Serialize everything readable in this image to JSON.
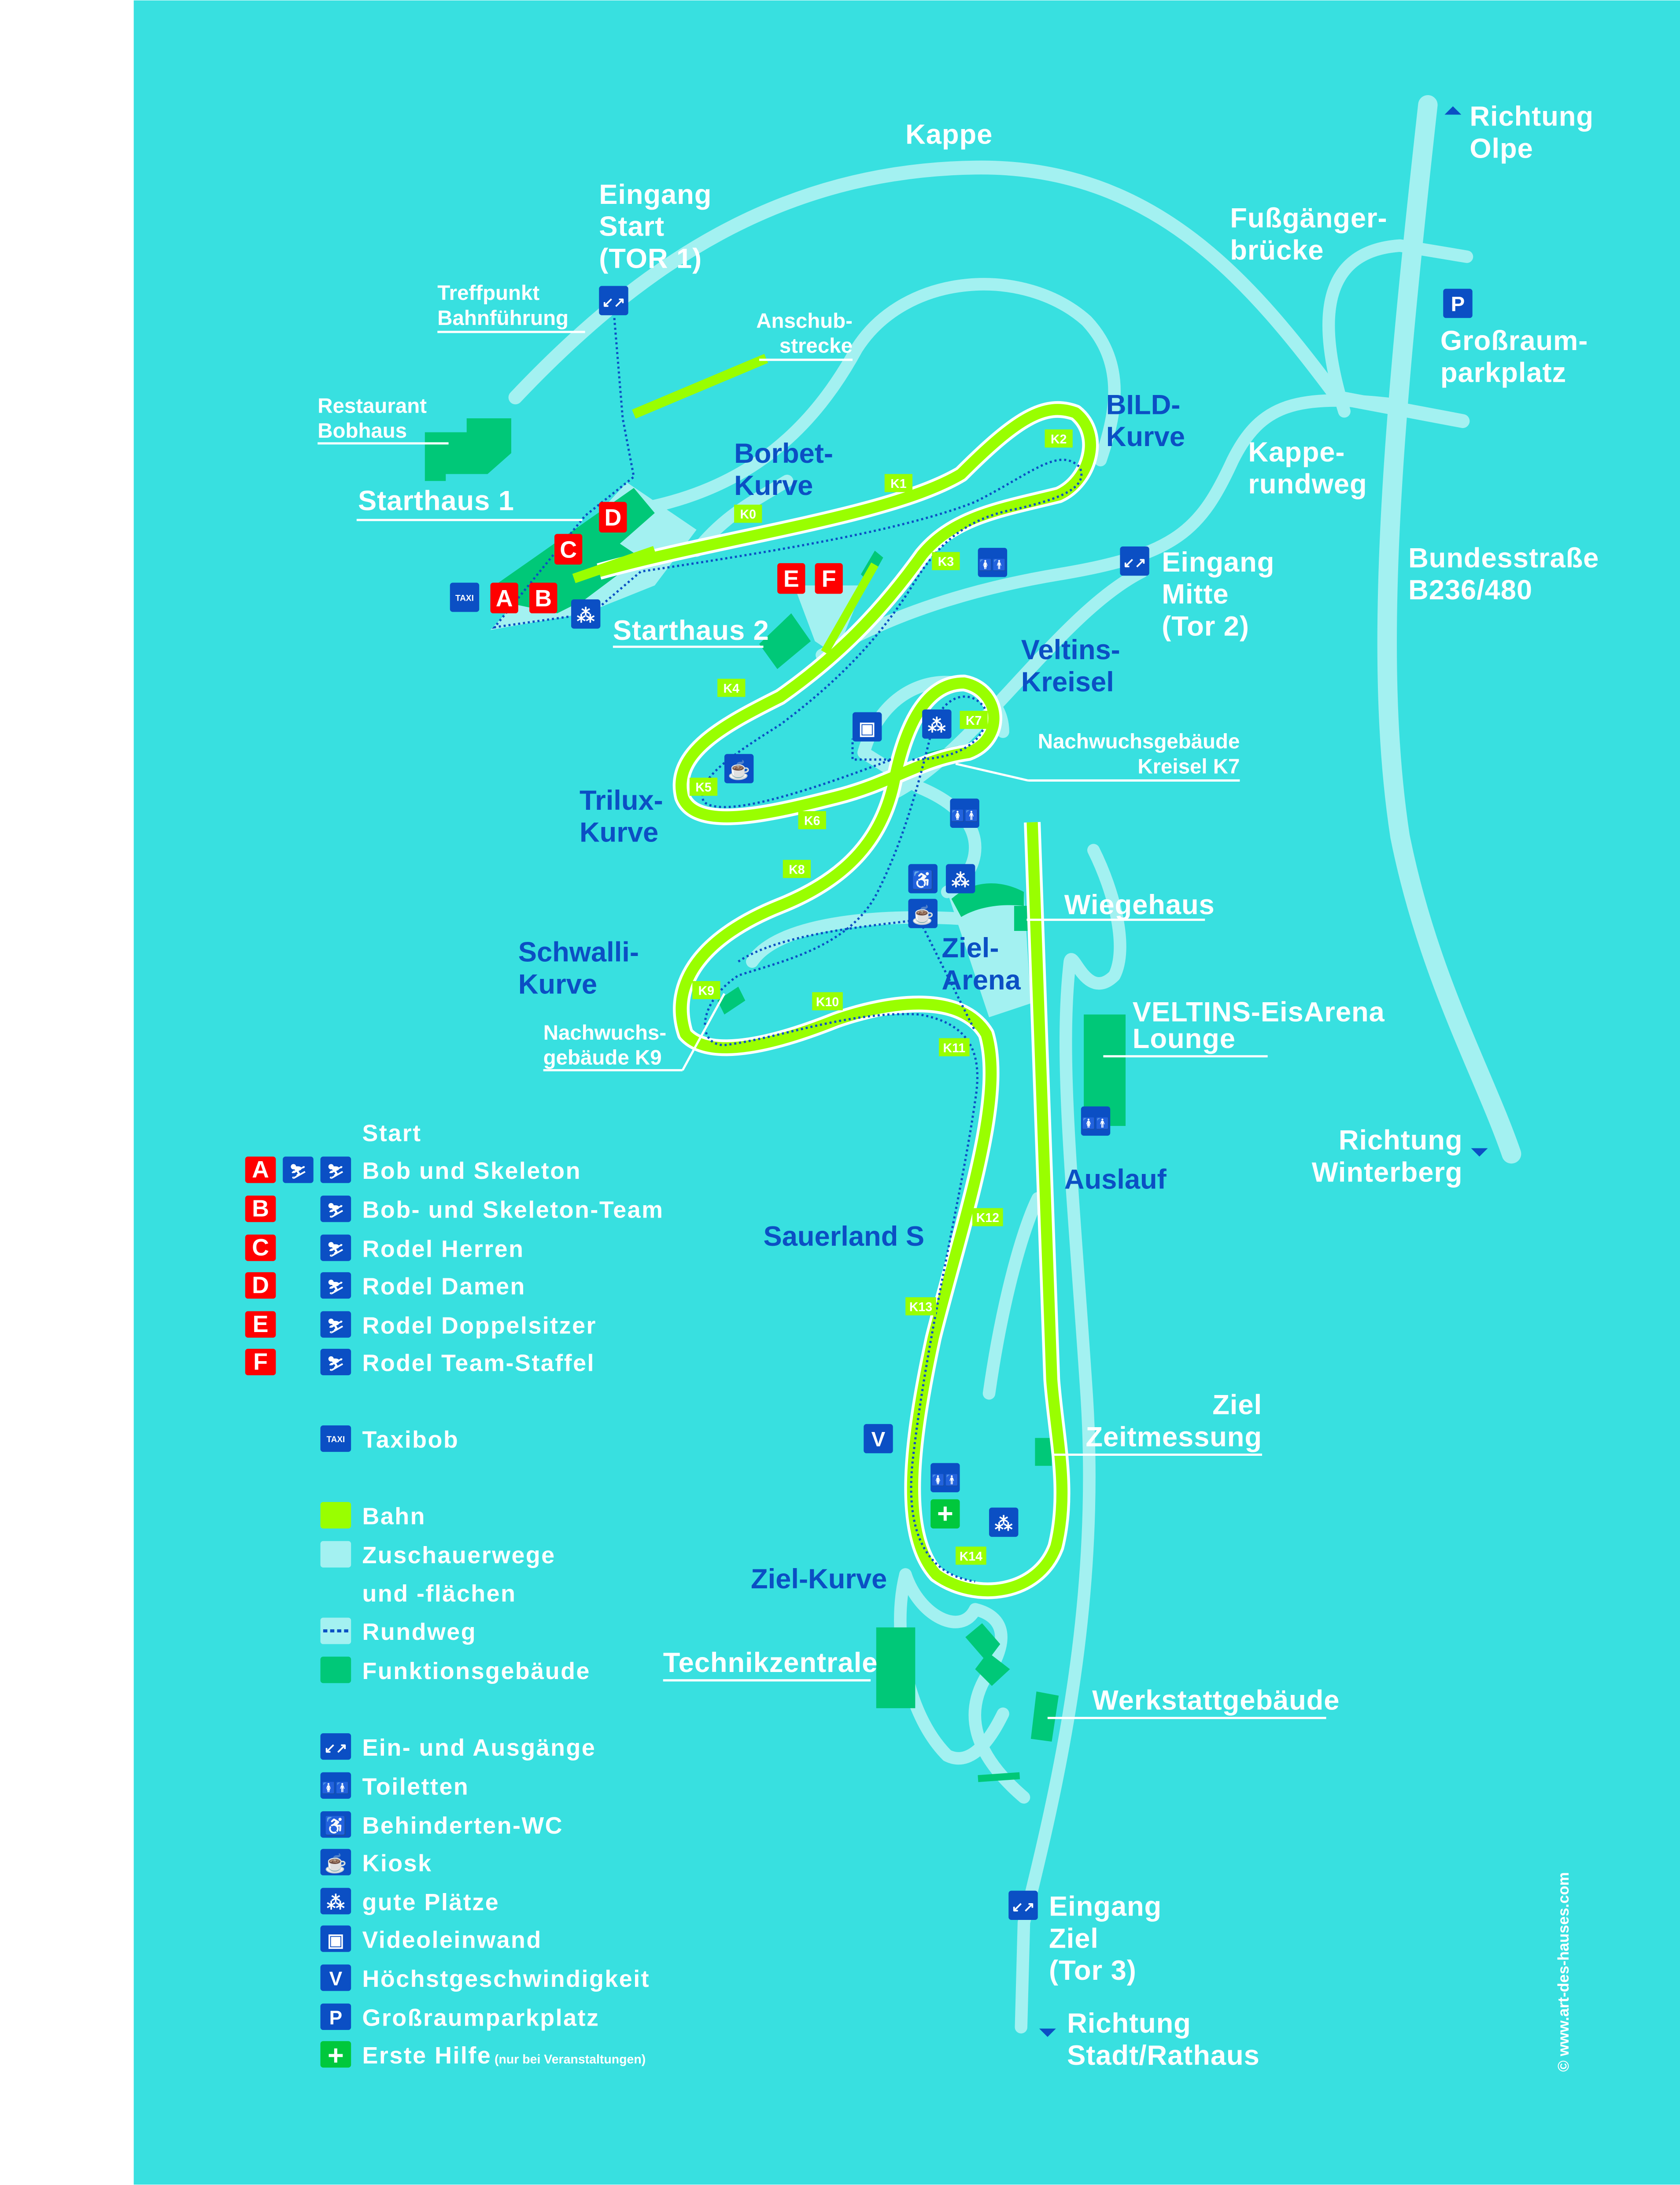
{
  "colors": {
    "water": "#38e0e0",
    "paths": "#a3f1f1",
    "track": "#99ff00",
    "buildings": "#00c878",
    "icon_blue": "#0b4fc4",
    "start_red": "#ff0000",
    "first_aid": "#00c83c"
  },
  "labels": {
    "kappe": "Kappe",
    "eingang_start": [
      "Eingang",
      "Start",
      "(TOR 1)"
    ],
    "treffpunkt": [
      "Treffpunkt",
      "Bahnführung"
    ],
    "anschub": [
      "Anschub-",
      "strecke"
    ],
    "restaurant": [
      "Restaurant",
      "Bobhaus"
    ],
    "starthaus1": "Starthaus 1",
    "starthaus2": "Starthaus 2",
    "borbet": [
      "Borbet-",
      "Kurve"
    ],
    "bild": [
      "BILD-",
      "Kurve"
    ],
    "fussgaenger": [
      "Fußgänger-",
      "brücke"
    ],
    "richtung_olpe": [
      "Richtung",
      "Olpe"
    ],
    "grossraum": [
      "Großraum-",
      "parkplatz"
    ],
    "kappe_rundweg": [
      "Kappe-",
      "rundweg"
    ],
    "eingang_mitte": [
      "Eingang",
      "Mitte",
      "(Tor 2)"
    ],
    "bundesstrasse": [
      "Bundesstraße",
      "B236/480"
    ],
    "veltins_kreisel": [
      "Veltins-",
      "Kreisel"
    ],
    "nachwuchs_k7": [
      "Nachwuchsgebäude",
      "Kreisel K7"
    ],
    "trilux": [
      "Trilux-",
      "Kurve"
    ],
    "schwalli": [
      "Schwalli-",
      "Kurve"
    ],
    "nachwuchs_k9": [
      "Nachwuchs-",
      "gebäude K9"
    ],
    "ziel_arena": [
      "Ziel-",
      "Arena"
    ],
    "wiegehaus": "Wiegehaus",
    "veltins_lounge": [
      "VELTINS-EisArena",
      "Lounge"
    ],
    "richtung_winterberg": [
      "Richtung",
      "Winterberg"
    ],
    "auslauf": "Auslauf",
    "sauerland_s": "Sauerland S",
    "ziel_zeitmessung": [
      "Ziel",
      "Zeitmessung"
    ],
    "ziel_kurve": "Ziel-Kurve",
    "technikzentrale": "Technikzentrale",
    "werkstatt": "Werkstattgebäude",
    "eingang_ziel": [
      "Eingang",
      "Ziel",
      "(Tor 3)"
    ],
    "richtung_stadt": [
      "Richtung",
      "Stadt/Rathaus"
    ],
    "copyright": "© www.art-des-hauses.com"
  },
  "curve_markers": [
    "K0",
    "K1",
    "K2",
    "K3",
    "K4",
    "K5",
    "K6",
    "K7",
    "K8",
    "K9",
    "K10",
    "K11",
    "K12",
    "K13",
    "K14"
  ],
  "start_markers": [
    "A",
    "B",
    "C",
    "D",
    "E",
    "F"
  ],
  "icons": {
    "entrance": "↙↗",
    "toilets": "🚺🚹",
    "wc": "♿",
    "kiosk": "☕",
    "good_spots": "⁂",
    "video": "▣",
    "vmax": "V",
    "parking": "P",
    "first_aid": "+",
    "taxi": "TAXI",
    "sled": "⛷"
  },
  "legend": {
    "start_heading": "Start",
    "starts": [
      "Bob und Skeleton",
      "Bob- und Skeleton-Team",
      "Rodel Herren",
      "Rodel Damen",
      "Rodel Doppelsitzer",
      "Rodel Team-Staffel"
    ],
    "taxibob": "Taxibob",
    "bahn": "Bahn",
    "zuschauer": [
      "Zuschauerwege",
      "und -flächen"
    ],
    "rundweg": "Rundweg",
    "funktion": "Funktionsgebäude",
    "services": [
      "Ein- und Ausgänge",
      "Toiletten",
      "Behinderten-WC",
      "Kiosk",
      "gute Plätze",
      "Videoleinwand",
      "Höchstgeschwindigkeit",
      "Großraumparkplatz",
      "Erste Hilfe"
    ],
    "first_aid_note": "(nur bei Veranstaltungen)"
  }
}
